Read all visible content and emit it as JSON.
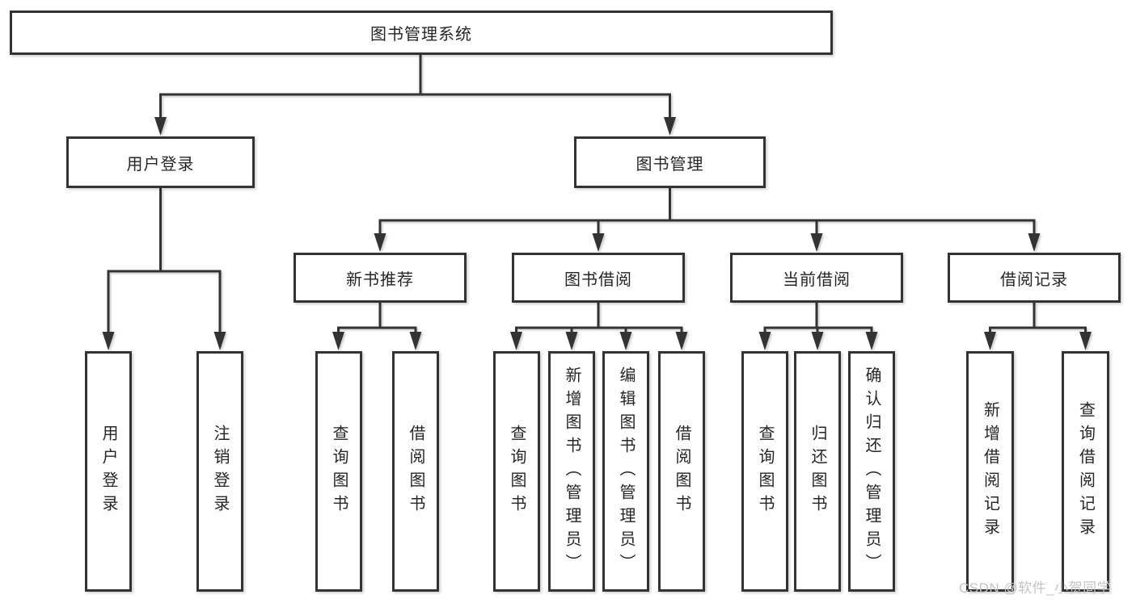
{
  "diagram": {
    "tree": {
      "label": "图书管理系统",
      "children": [
        {
          "label": "用户登录",
          "children": [
            {
              "label": "用户登录"
            },
            {
              "label": "注销登录"
            }
          ]
        },
        {
          "label": "图书管理",
          "children": [
            {
              "label": "新书推荐",
              "children": [
                {
                  "label": "查询图书"
                },
                {
                  "label": "借阅图书"
                }
              ]
            },
            {
              "label": "图书借阅",
              "children": [
                {
                  "label": "查询图书"
                },
                {
                  "label": "新增图书（管理员）"
                },
                {
                  "label": "编辑图书（管理员）"
                },
                {
                  "label": "借阅图书"
                }
              ]
            },
            {
              "label": "当前借阅",
              "children": [
                {
                  "label": "查询图书"
                },
                {
                  "label": "归还图书"
                },
                {
                  "label": "确认归还（管理员）"
                }
              ]
            },
            {
              "label": "借阅记录",
              "children": [
                {
                  "label": "新增借阅记录"
                },
                {
                  "label": "查询借阅记录"
                }
              ]
            }
          ]
        }
      ]
    },
    "colors": {
      "line": "#333333",
      "box_border": "#333333",
      "box_fill": "#ffffff",
      "text": "#262626",
      "background": "#ffffff",
      "watermark": "#c4c4c4"
    }
  },
  "watermark": {
    "text": "CSDN @软件_小贺同学"
  }
}
